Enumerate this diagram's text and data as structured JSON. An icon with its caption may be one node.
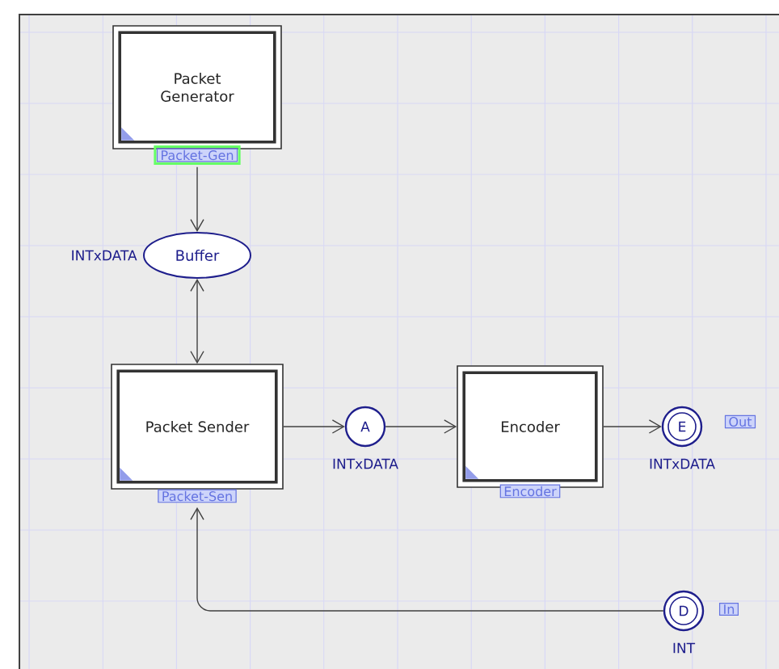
{
  "diagram": {
    "nodes": [
      {
        "text": [
          "Packet Generator"
        ],
        "beside": [
          "Packet-Gen"
        ]
      },
      {
        "text": [
          "Buffer"
        ],
        "beside": [
          "INTxDATA"
        ]
      },
      {
        "text": [
          "Packet Sender"
        ],
        "beside": [
          "Packet-Sen"
        ]
      },
      {
        "text": [
          "A"
        ],
        "beside": [
          "INTxDATA"
        ]
      },
      {
        "text": [
          "Encoder"
        ],
        "beside": [
          "Encoder"
        ]
      },
      {
        "text": [
          "E"
        ],
        "beside": [
          "INTxDATA",
          "Out"
        ]
      },
      {
        "text": [
          "D"
        ],
        "beside": [
          "INT",
          "In"
        ]
      }
    ],
    "edges": [
      {
        "from": 0,
        "to": 1,
        "arrow": "to"
      },
      {
        "from": 2,
        "to": 1,
        "arrow": "both"
      },
      {
        "from": 2,
        "to": 3,
        "arrow": "to"
      },
      {
        "from": 3,
        "to": 4,
        "arrow": "to"
      },
      {
        "from": 4,
        "to": 5,
        "arrow": "to"
      },
      {
        "from": 6,
        "to": 2,
        "arrow": "to"
      }
    ]
  }
}
